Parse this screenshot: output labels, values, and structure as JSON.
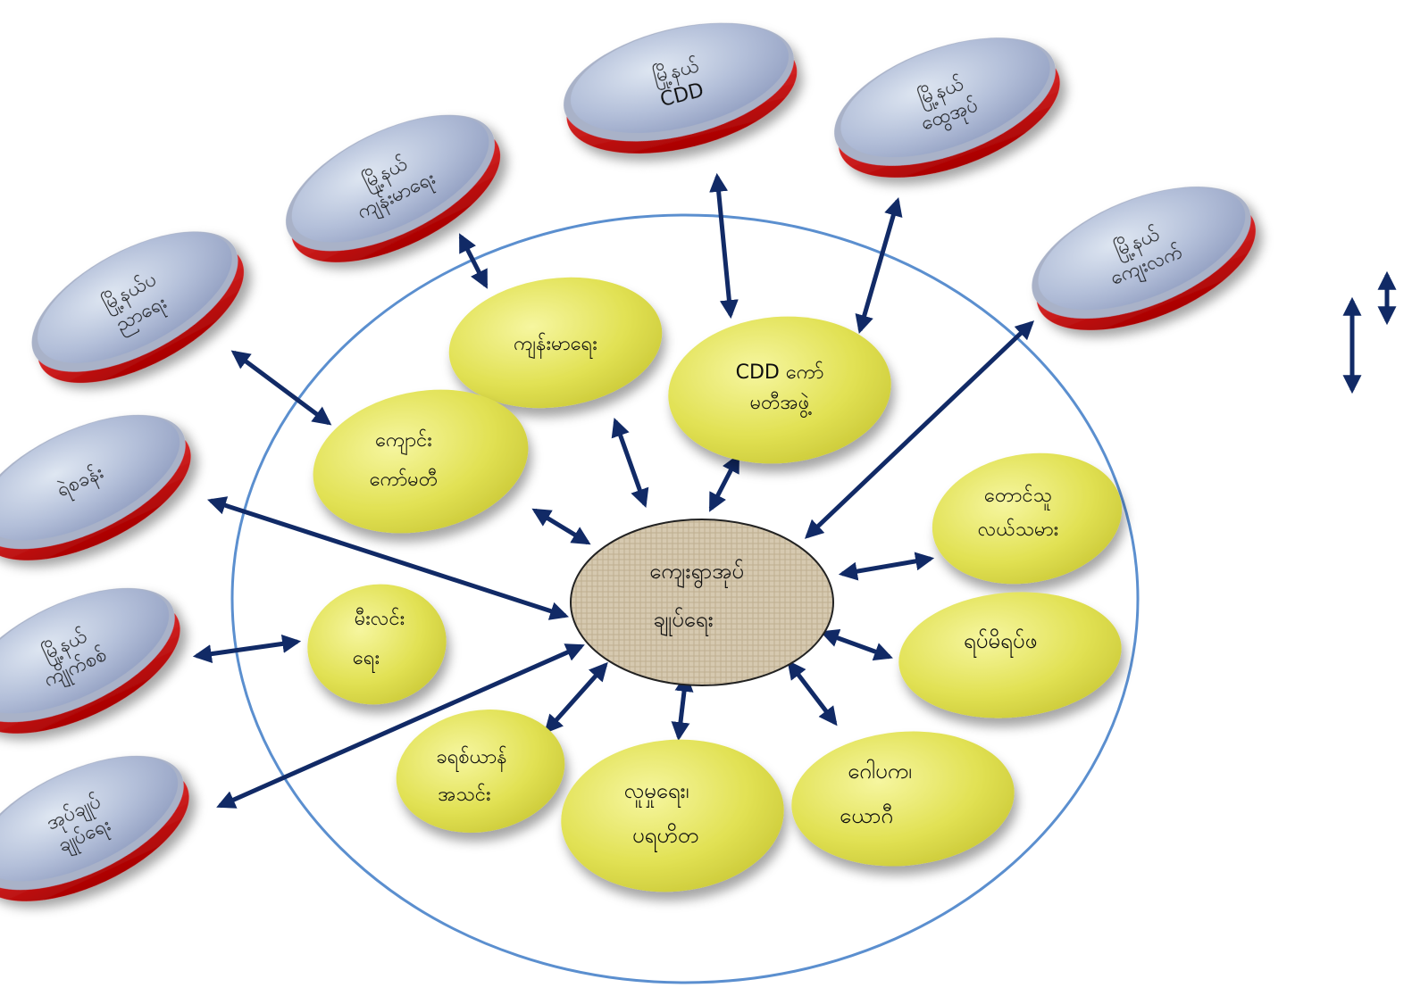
{
  "center": {
    "lines": [
      "ကျေးရွာအုပ်",
      "ချုပ်ရေး"
    ]
  },
  "inner_nodes": [
    {
      "id": "health",
      "lines": [
        "ကျန်းမာရေး"
      ]
    },
    {
      "id": "cdd",
      "lines": [
        "CDD ကော်",
        "မတီအဖွဲ့"
      ]
    },
    {
      "id": "school",
      "lines": [
        "ကျောင်း",
        "ကော်မတီ"
      ]
    },
    {
      "id": "farmers",
      "lines": [
        "တောင်သူ",
        "လယ်သမား"
      ]
    },
    {
      "id": "firefighting",
      "lines": [
        "မီးလင်း",
        "ရေး"
      ]
    },
    {
      "id": "elders",
      "lines": [
        "ရပ်မိရပ်ဖ"
      ]
    },
    {
      "id": "christian",
      "lines": [
        "ခရစ်ယာန်",
        "အသင်း"
      ]
    },
    {
      "id": "social",
      "lines": [
        "လူမှုရေး၊",
        "ပရဟိတ"
      ]
    },
    {
      "id": "monk",
      "lines": [
        "ဂေါပက၊",
        "ယောဂီ"
      ]
    }
  ],
  "outer_nodes": [
    {
      "id": "twp-education",
      "lines": [
        "မြို့နယ်ပ",
        "ညာရေး"
      ]
    },
    {
      "id": "twp-health",
      "lines": [
        "မြို့နယ်",
        "ကျန်းမာရေး"
      ]
    },
    {
      "id": "twp-cdd",
      "lines": [
        "မြို့နယ်",
        "CDD"
      ]
    },
    {
      "id": "twp-gad",
      "lines": [
        "မြို့နယ်",
        "ထွေအုပ်"
      ]
    },
    {
      "id": "twp-livestock",
      "lines": [
        "မြို့နယ်",
        "ကျေးလက်"
      ]
    },
    {
      "id": "police",
      "lines": [
        "ရဲစခန်း"
      ]
    },
    {
      "id": "twp-audit",
      "lines": [
        "မြို့နယ်",
        "ကျိုက်စစ်"
      ]
    },
    {
      "id": "admin",
      "lines": [
        "အုပ်ချုပ်",
        "ချုပ်ရေး"
      ]
    }
  ],
  "colors": {
    "coin_rim": "#e01616",
    "coin_face": "#b8c4dc",
    "inner_fill": "#e6e65a",
    "center_fill": "#d8cbb4",
    "ring": "#5b8fcf",
    "arrow": "#112a66"
  }
}
